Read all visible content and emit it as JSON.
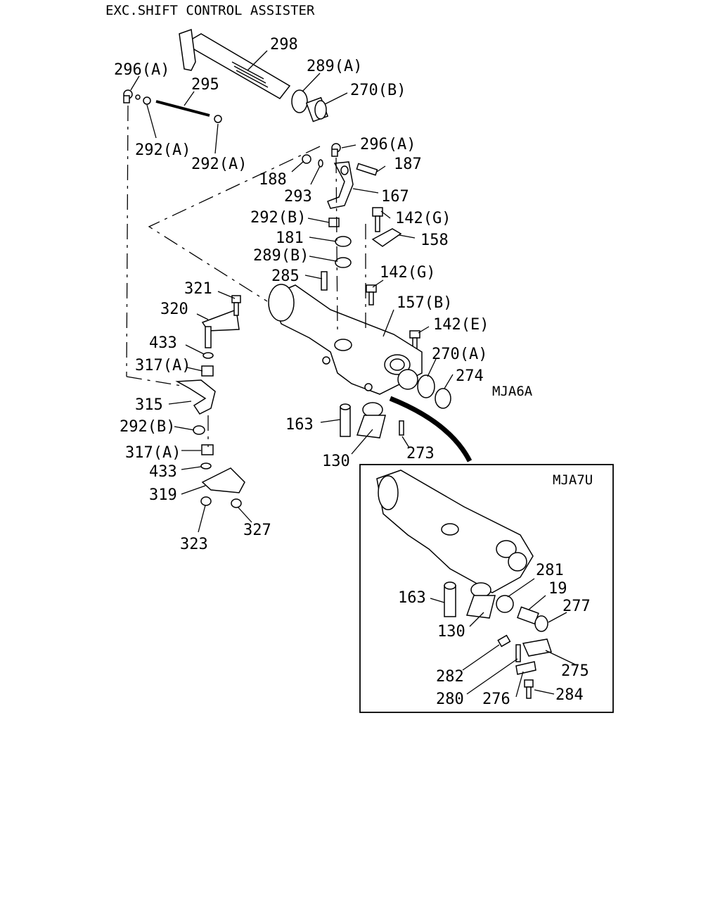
{
  "title": "EXC.SHIFT CONTROL ASSISTER",
  "main_code": "MJA6A",
  "inset": {
    "code": "MJA7U",
    "parts": [
      "163",
      "281",
      "19",
      "277",
      "130",
      "282",
      "280",
      "276",
      "275",
      "284"
    ]
  },
  "parts": [
    "298",
    "296(A)",
    "289(A)",
    "295",
    "270(B)",
    "292(A)",
    "292(A)",
    "296(A)",
    "188",
    "187",
    "293",
    "167",
    "292(B)",
    "142(G)",
    "181",
    "158",
    "289(B)",
    "285",
    "142(G)",
    "321",
    "157(B)",
    "320",
    "142(E)",
    "433",
    "270(A)",
    "317(A)",
    "274",
    "315",
    "163",
    "292(B)",
    "130",
    "273",
    "317(A)",
    "433",
    "319",
    "323",
    "327"
  ]
}
